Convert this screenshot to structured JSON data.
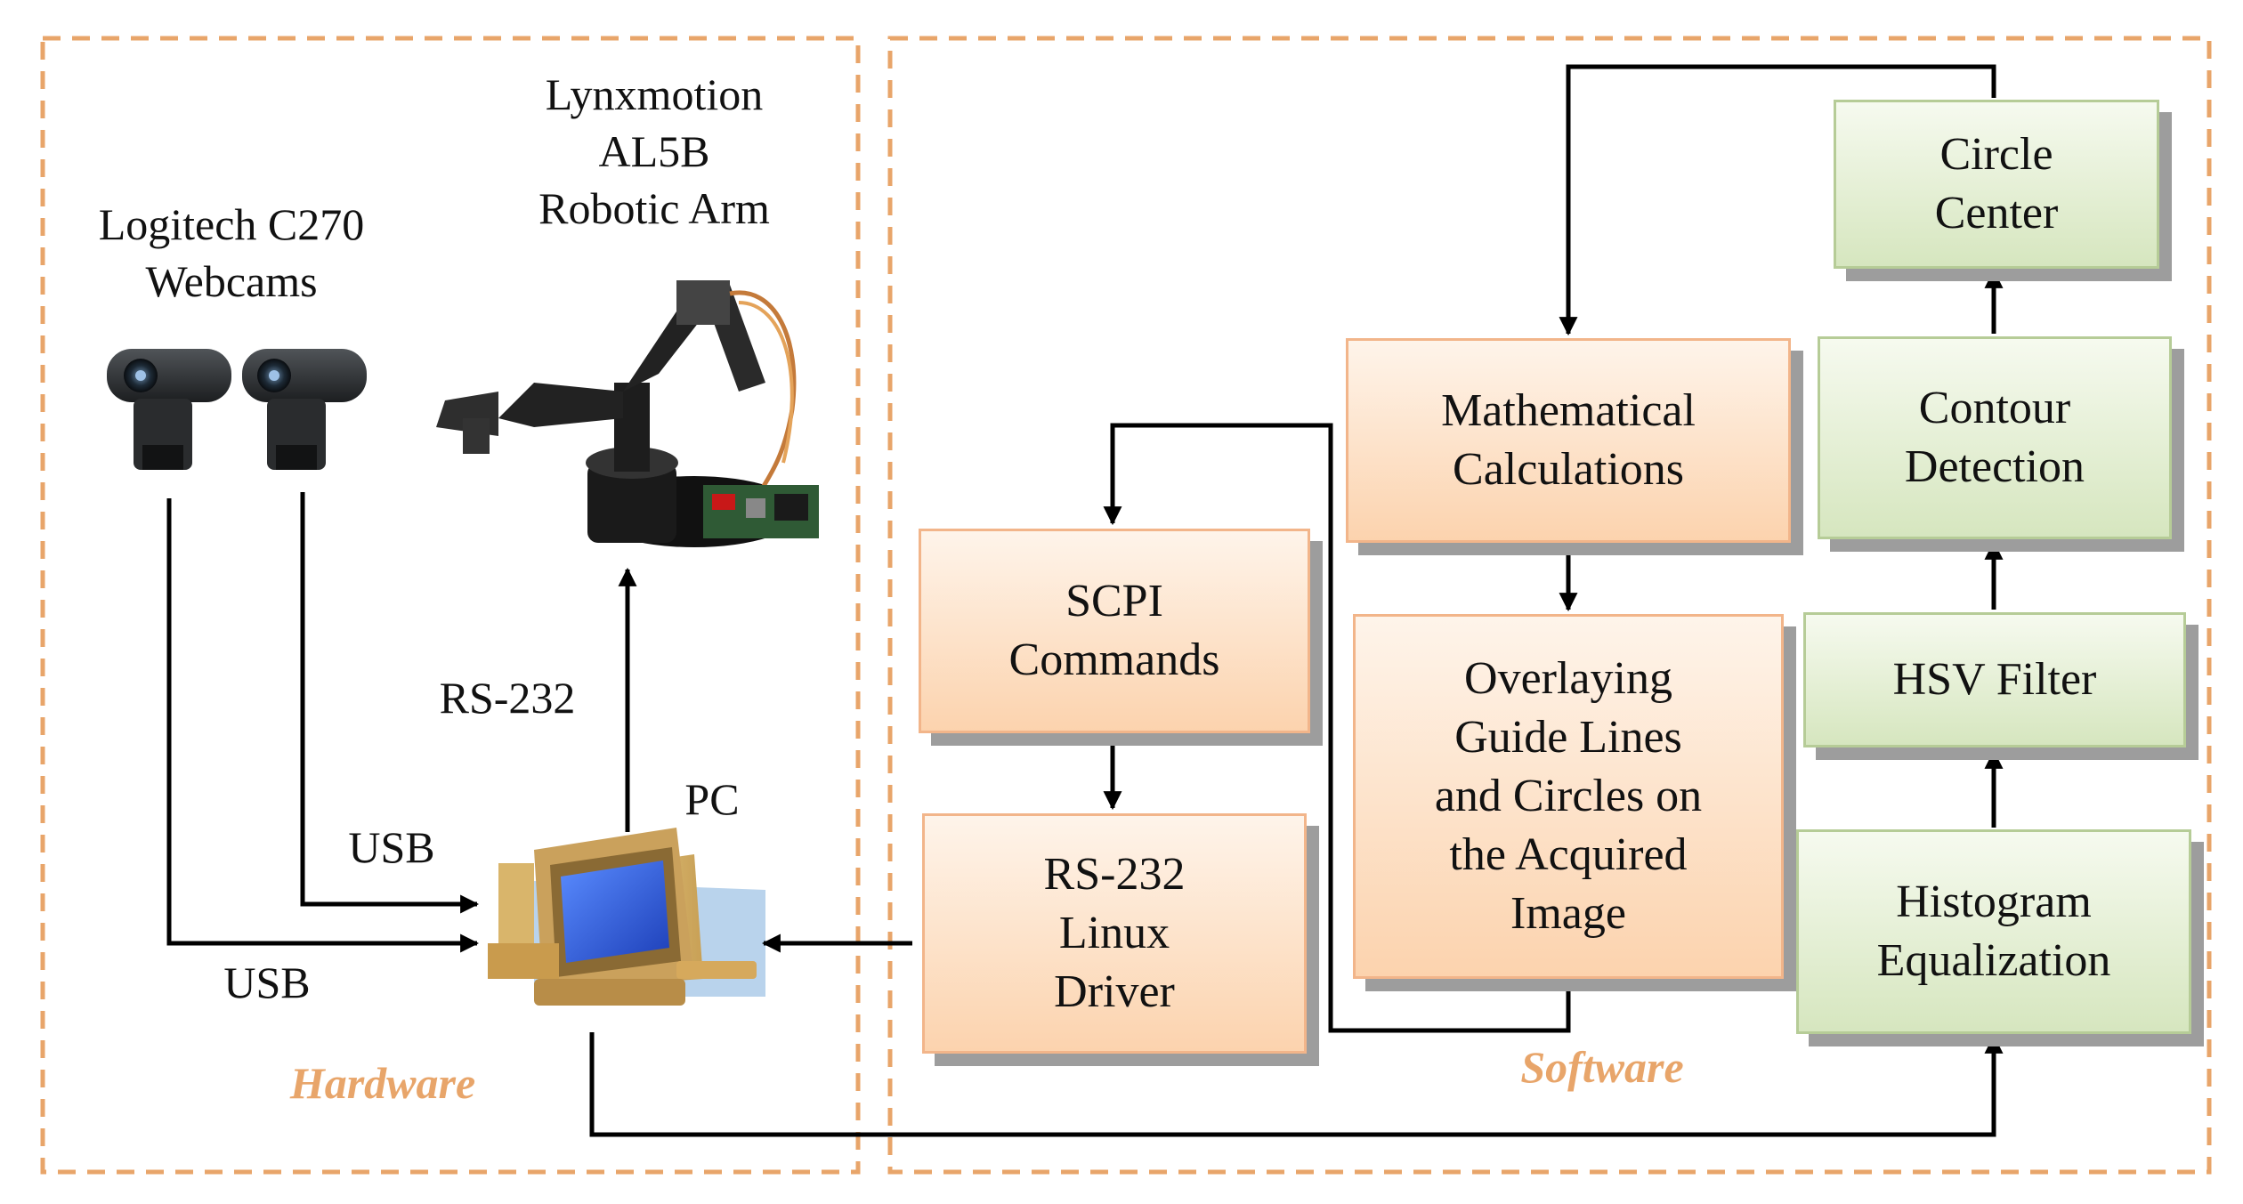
{
  "hardware": {
    "section_label": "Hardware",
    "webcam_label": [
      "Logitech C270",
      "Webcams"
    ],
    "arm_label": [
      "Lynxmotion",
      "AL5B",
      "Robotic Arm"
    ],
    "pc_label": "PC",
    "rs232_label": "RS-232",
    "usb_label_upper": "USB",
    "usb_label_lower": "USB"
  },
  "software": {
    "section_label": "Software",
    "boxes": {
      "scpi": [
        "SCPI",
        "Commands"
      ],
      "driver": [
        "RS-232",
        "Linux",
        "Driver"
      ],
      "math": [
        "Mathematical",
        "Calculations"
      ],
      "overlay": [
        "Overlaying",
        "Guide Lines",
        "and Circles on",
        "the Acquired",
        "Image"
      ],
      "circle": [
        "Circle",
        "Center"
      ],
      "contour": [
        "Contour",
        "Detection"
      ],
      "hsv": [
        "HSV Filter"
      ],
      "histogram": [
        "Histogram",
        "Equalization"
      ]
    }
  },
  "colors": {
    "dash_border": "#e8a56a",
    "orange_fill": "#fcd3ae",
    "green_fill": "#d6e6bf",
    "arrow": "#000000"
  }
}
